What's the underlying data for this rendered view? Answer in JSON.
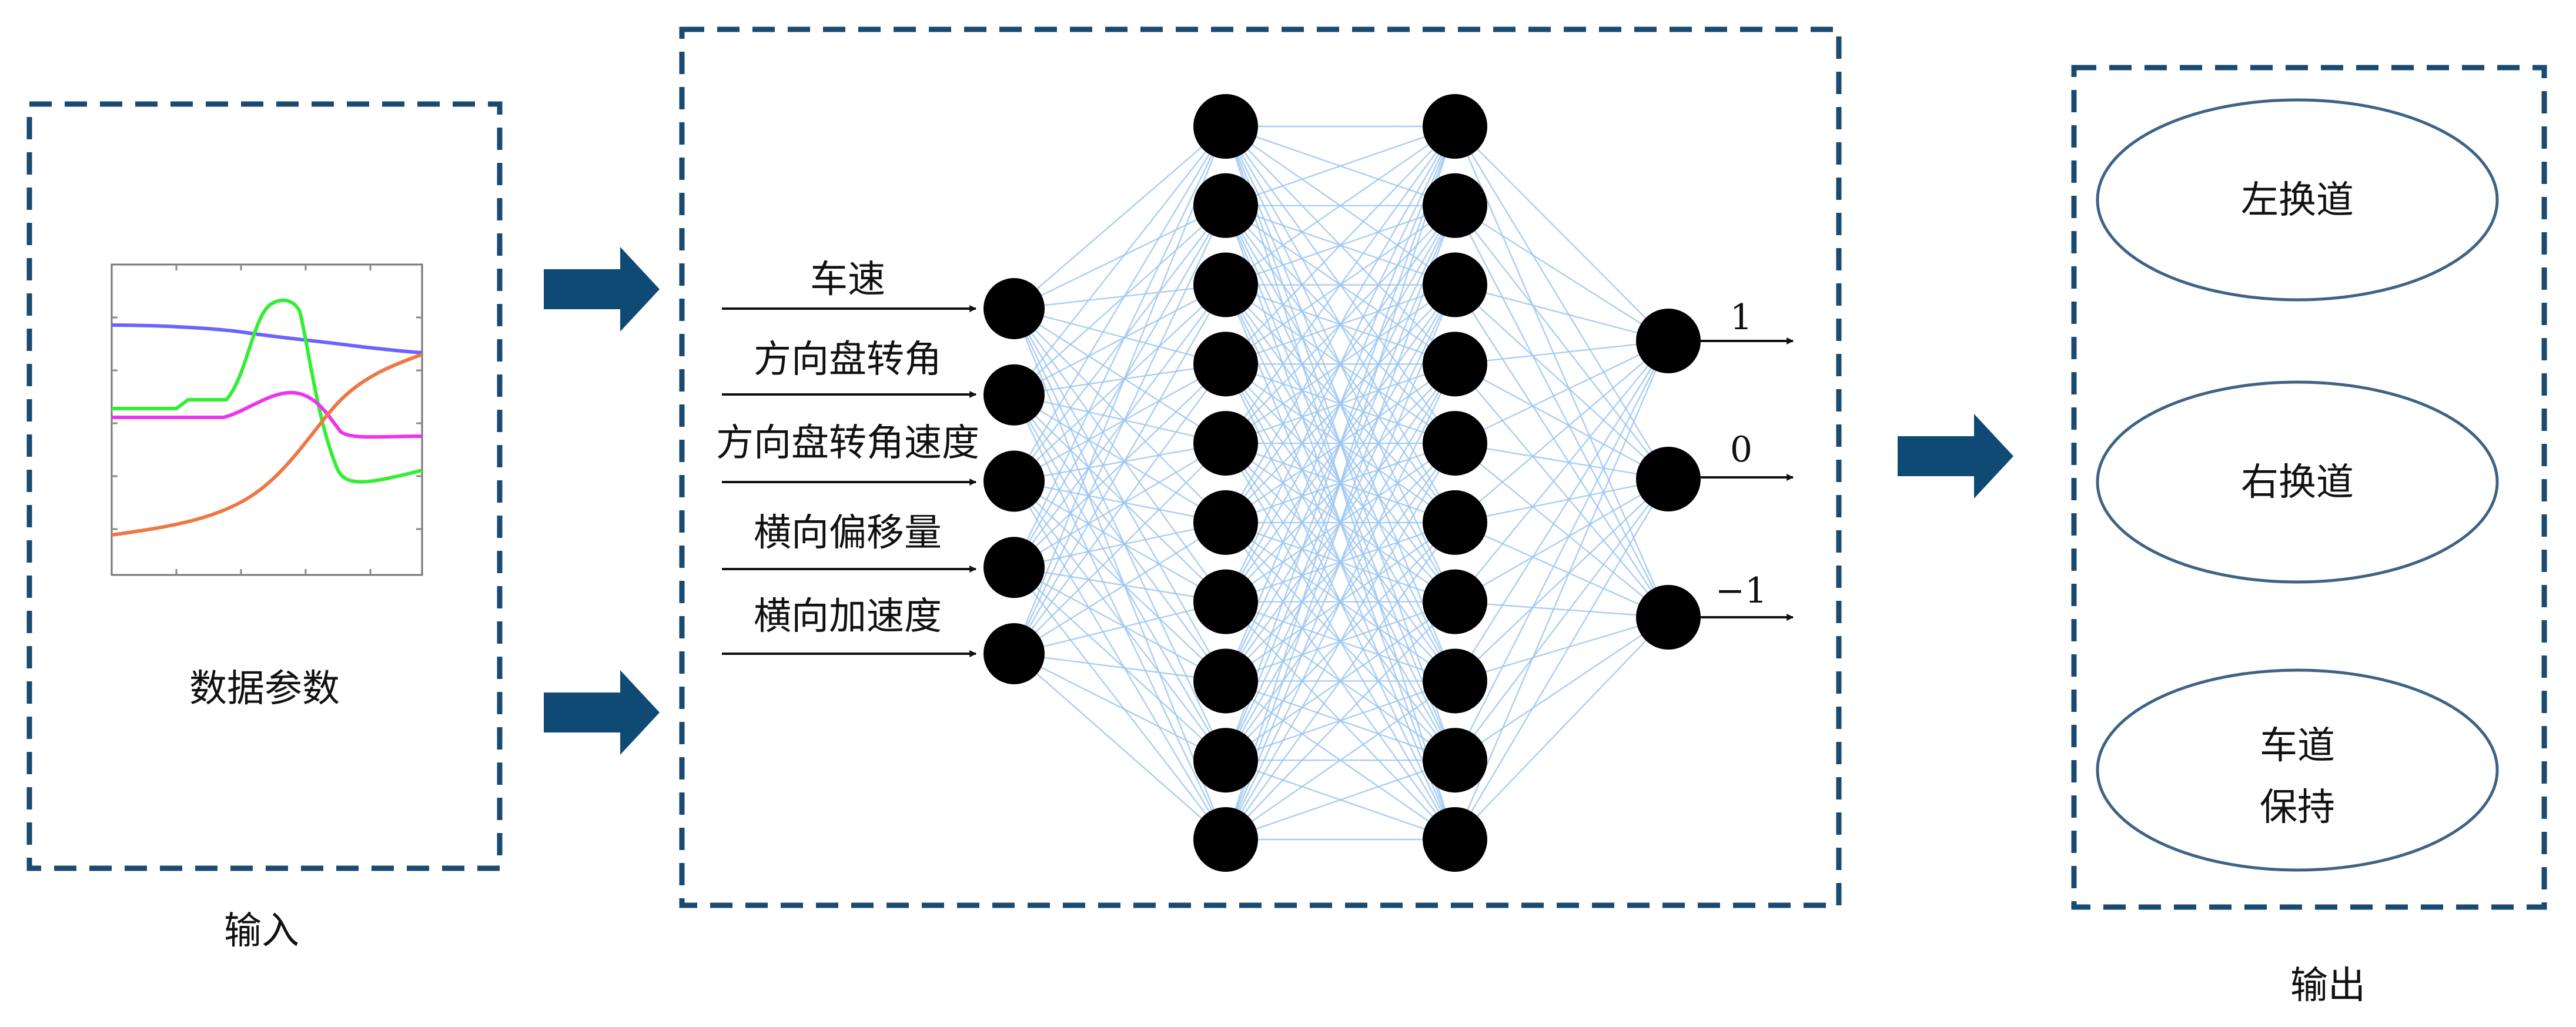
{
  "input": {
    "caption": "输入",
    "panel_label": "数据参数",
    "curve_colors": [
      "#6a64ff",
      "#33ee33",
      "#ee33ee",
      "#ee7744"
    ]
  },
  "network": {
    "input_features": [
      "车速",
      "方向盘转角",
      "方向盘转角速度",
      "横向偏移量",
      "横向加速度"
    ],
    "hidden_layer_sizes": [
      10,
      10
    ],
    "output_values": [
      "1",
      "0",
      "−1"
    ],
    "edge_color": "#9cc6f0",
    "node_color": "#000000"
  },
  "output": {
    "caption": "输出",
    "classes": [
      {
        "lines": [
          "左换道"
        ]
      },
      {
        "lines": [
          "右换道"
        ]
      },
      {
        "lines": [
          "车道",
          "保持"
        ]
      }
    ]
  },
  "colors": {
    "frame_dash": "#1a4a70",
    "arrow_fill": "#0f4a75",
    "ellipse_stroke": "#3e6385"
  }
}
